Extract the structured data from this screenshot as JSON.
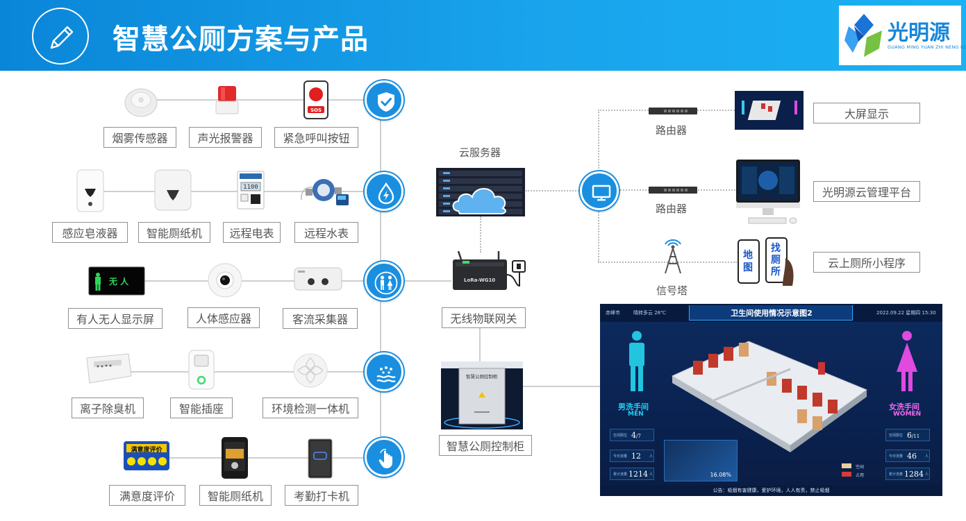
{
  "header": {
    "title": "智慧公厕方案与产品",
    "brand": "光明源",
    "brand_pinyin": "GUANG MING YUAN ZHI NENG KE JI"
  },
  "devices": {
    "smoke_sensor": "烟雾传感器",
    "alarm": "声光报警器",
    "sos_button": "紧急呼叫按钮",
    "sos_text": "SOS",
    "soap_dispenser": "感应皂液器",
    "paper_towel_1": "智能厕纸机",
    "power_meter": "远程电表",
    "water_meter": "远程水表",
    "occupancy_display": "有人无人显示屏",
    "occupancy_text": "无 人",
    "body_sensor": "人体感应器",
    "flow_counter": "客流采集器",
    "deodorizer": "离子除臭机",
    "smart_socket": "智能插座",
    "env_monitor": "环境检测一体机",
    "satisfaction": "满意度评价",
    "satisfaction_screen": "满意度评价",
    "paper_towel_2": "智能厕纸机",
    "attendance": "考勤打卡机"
  },
  "network": {
    "cloud_server": "云服务器",
    "gateway": "无线物联网关",
    "gateway_model": "LoRa-WG10",
    "control_cabinet": "智慧公厕控制柜",
    "cabinet_plate": "智慧公厕控制柜",
    "router_1": "路由器",
    "router_2": "路由器",
    "signal_tower": "信号塔",
    "big_screen": "大屏显示",
    "cloud_platform": "光明源云管理平台",
    "mini_program": "云上厕所小程序",
    "phone_map": "地图",
    "phone_find": "找厕所"
  },
  "dashboard": {
    "title": "卫生间使用情况示意图2",
    "city": "赤峰市",
    "weather": "晴转多云 28℃",
    "datetime": "2022.09.22  星期四  15:30",
    "men_cn": "男洗手间",
    "men_en": "MEN",
    "women_cn": "女洗手间",
    "women_en": "WOMEN",
    "men_vacant": "4",
    "men_total": "/7",
    "women_vacant": "6",
    "women_total": "/11",
    "men_today": "12",
    "women_today": "46",
    "men_cumulative": "1214",
    "women_cumulative": "1284",
    "stat_vacant_label": "空闲厕位",
    "stat_today_label": "今日流量",
    "stat_total_label": "累计流量",
    "unit_person": "人",
    "legend_vacant": "空闲",
    "legend_occupied": "占用",
    "percent": "16.08%",
    "footer": "公告：吸烟有害健康，爱护环境，人人有责，禁止吸烟"
  },
  "colors": {
    "accent": "#1a8fe0",
    "header_start": "#0a86d8",
    "header_end": "#1bb1f2",
    "men": "#22c4e0",
    "women": "#e04adf",
    "occupied": "#d63b3b"
  }
}
